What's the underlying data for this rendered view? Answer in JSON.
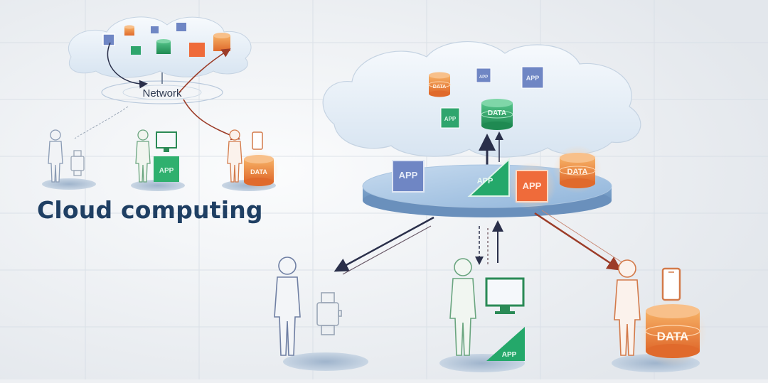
{
  "caption": "Cloud computing",
  "network_label": "Network",
  "app_label": "APP",
  "data_label": "DATA",
  "colors": {
    "background": "#eef0f3",
    "cloud": "#e4eef8",
    "platform": "#8fb4da",
    "app_blue": "#6f86c4",
    "app_green": "#24a86a",
    "app_orange": "#ef6b3a",
    "data_orange": "#ec8b3d",
    "data_green": "#2f9f63",
    "arrow": "#2a2f4a",
    "arrow_red": "#b0432c",
    "caption": "#1f3f63"
  },
  "icons": [
    "cloud-icon",
    "platform-disc-icon",
    "database-icon",
    "app-tile-icon",
    "person-icon",
    "smartwatch-icon",
    "monitor-icon",
    "smartphone-icon",
    "arrow-icon"
  ]
}
